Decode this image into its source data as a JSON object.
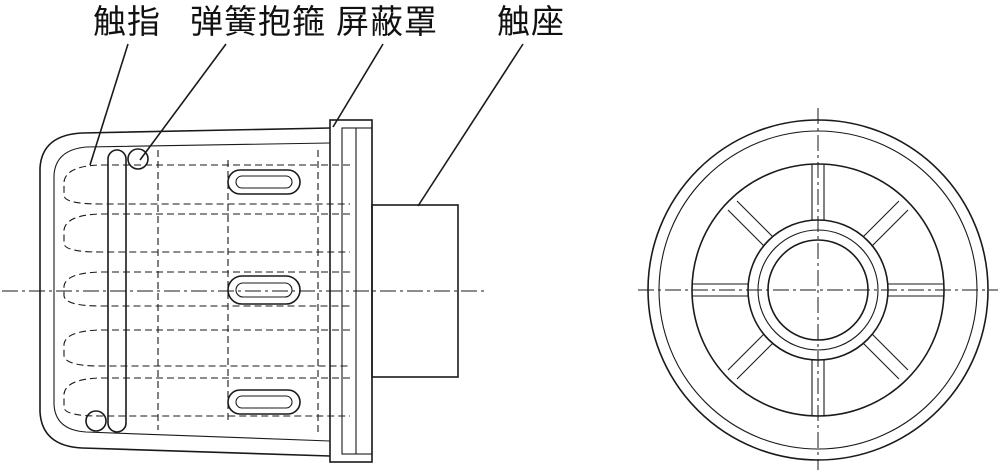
{
  "labels": {
    "contact_finger": "触指",
    "spring_band": "弹簧抱箍",
    "shield_cover": "屏蔽罩",
    "contact_base": "触座"
  }
}
